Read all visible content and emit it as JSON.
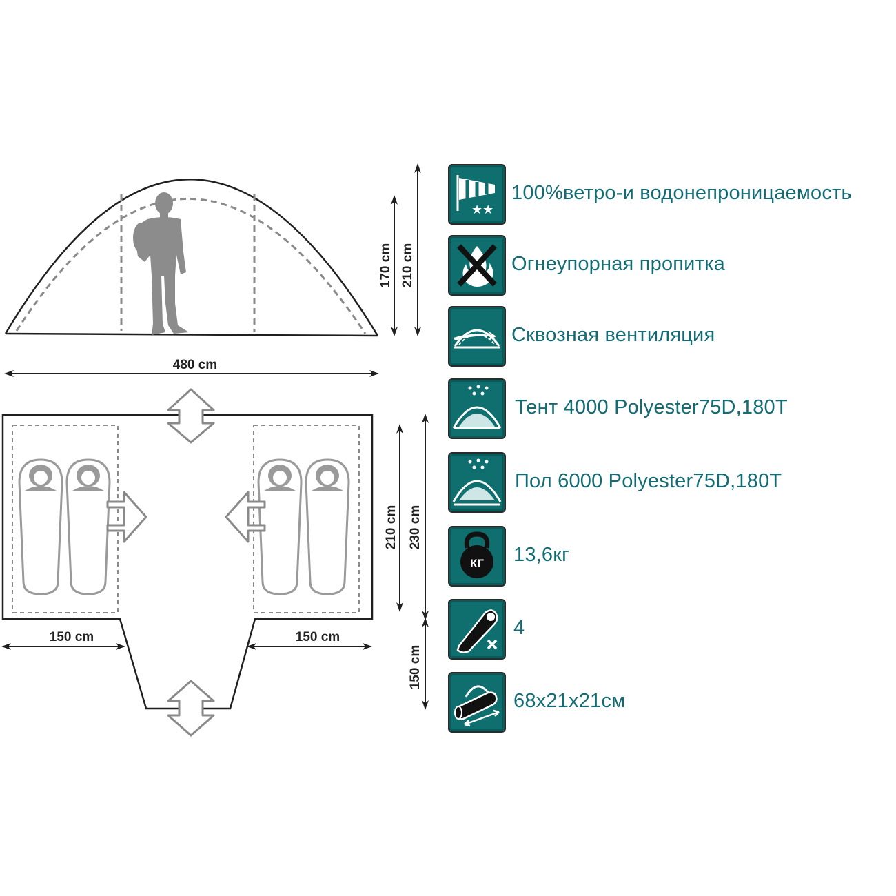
{
  "dimensions": {
    "total_length": "480 cm",
    "peak_height": "210 cm",
    "inner_height": "170 cm",
    "inner_width": "210 cm",
    "outer_width": "230 cm",
    "left_room": "150 cm",
    "right_room": "150 cm",
    "vestibule": "150 cm"
  },
  "features": [
    {
      "icon": "windsock-icon",
      "label": "100%ветро-и водонепроницаемость"
    },
    {
      "icon": "fire-crossed-icon",
      "label": "Огнеупорная пропитка"
    },
    {
      "icon": "ventilation-dome-icon",
      "label": "Сквозная вентиляция"
    },
    {
      "icon": "rain-dome-icon",
      "label": "Тент  4000  Polyester75D,180T"
    },
    {
      "icon": "rain-floor-icon",
      "label": "Пол  6000  Polyester75D,180T"
    },
    {
      "icon": "kettlebell-icon",
      "label": "13,6кг",
      "icon_text": "КГ"
    },
    {
      "icon": "sleeping-bag-icon",
      "label": "4"
    },
    {
      "icon": "bag-icon",
      "label": "68x21x21см"
    }
  ],
  "colors": {
    "accent": "#0f6e6e",
    "text": "#136c74",
    "line": "#1f1f1f",
    "gray": "#8a8a8a"
  }
}
